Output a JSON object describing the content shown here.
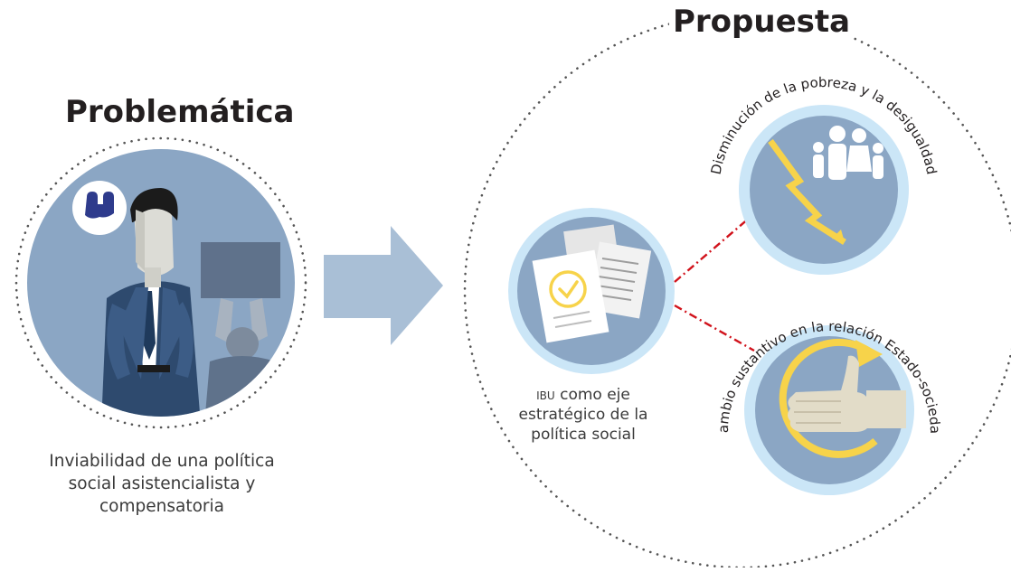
{
  "problem": {
    "title": "Problemática",
    "caption_lines": [
      "Inviabilidad de una política",
      "social asistencialista y",
      "compensatoria"
    ]
  },
  "proposal": {
    "title": "Propuesta",
    "center_caption_first": "IBU",
    "center_caption_rest": " como eje",
    "center_caption_lines": [
      "estratégico de la",
      "política social"
    ],
    "outcome_1": "Disminución de la pobreza y la desigualdad",
    "outcome_2": "Cambio sustantivo en la relación Estado-sociedad"
  },
  "colors": {
    "circle_fill": "#8ba6c4",
    "circle_ring": "#cbe6f7",
    "arrow": "#a9bfd6",
    "dotted": "#555555",
    "connector": "#d1121b",
    "accent_yellow": "#f7d34a",
    "figure_white": "#ffffff",
    "suit": "#2e4a6e"
  }
}
